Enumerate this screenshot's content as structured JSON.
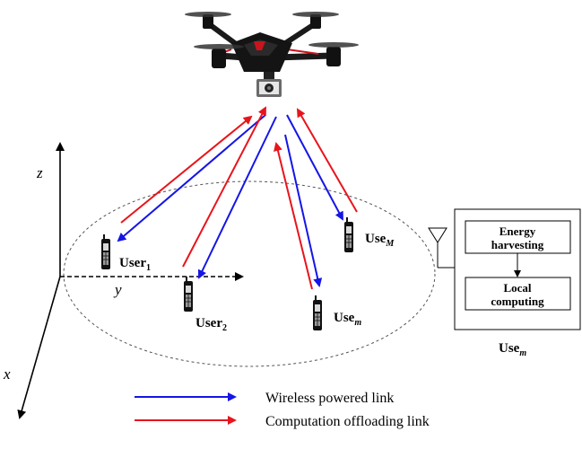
{
  "axes": {
    "z": "z",
    "y": "y",
    "x": "x"
  },
  "users": {
    "user1": {
      "base": "User",
      "sub": "1"
    },
    "user2": {
      "base": "User",
      "sub": "2"
    },
    "userm": {
      "base": "Use",
      "sub": "m"
    },
    "userM": {
      "base": "Use",
      "sub": "M"
    }
  },
  "device": {
    "energy_line1": "Energy",
    "energy_line2": "harvesting",
    "local_line1": "Local",
    "local_line2": "computing",
    "caption_base": "Use",
    "caption_sub": "m"
  },
  "legend": {
    "wireless": "Wireless powered link",
    "offloading": "Computation offloading link"
  },
  "colors": {
    "wireless": "#1515e6",
    "offloading": "#e8141c"
  },
  "icons": [
    "drone-icon",
    "phone-icon",
    "antenna-icon"
  ]
}
